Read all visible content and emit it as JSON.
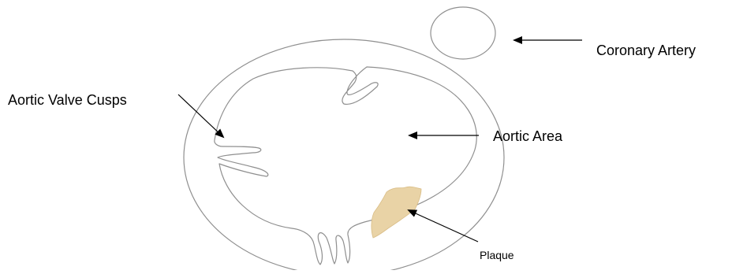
{
  "labels": {
    "coronary_artery": "Coronary Artery",
    "aortic_valve_cusps": "Aortic Valve Cusps",
    "aortic_area": "Aortic Area",
    "plaque": "Plaque"
  },
  "colors": {
    "outline": "#8f8f8f",
    "arrow": "#000000",
    "plaque_fill": "#e9d3a6",
    "plaque_stroke": "#d9bd86",
    "background": "#ffffff"
  }
}
